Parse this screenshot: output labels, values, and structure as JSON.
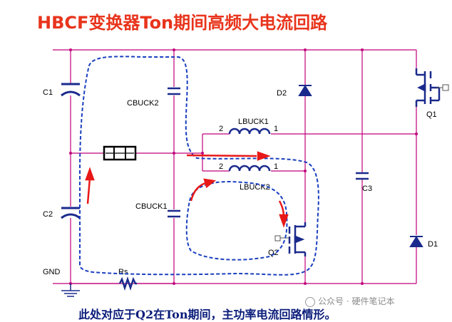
{
  "title": "HBCF变换器Ton期间高频大电流回路",
  "labels": {
    "c1": "C1",
    "c2": "C2",
    "c3": "C3",
    "cbuck2": "CBUCK2",
    "cbuck1": "CBUCK1",
    "lbuck1": "LBUCK1",
    "lbuck2": "LBUCK2",
    "d1": "D1",
    "d2": "D2",
    "q1": "Q1",
    "q2": "Q2",
    "rs": "Rs",
    "gnd": "GND",
    "pin_l1_2": "2",
    "pin_l1_1": "1",
    "pin_l2_2": "2",
    "pin_l2_1": "1"
  },
  "caption": "此处对应于Q2在Ton期间，主功率电流回路情形。",
  "watermark": "公众号 · 硬件笔记本",
  "colors": {
    "title": "#e8341c",
    "wire": "#c0007a",
    "component": "#1a2a8c",
    "loop": "#1a3fbf",
    "arrow": "#e81818",
    "caption": "#0a1c7a"
  }
}
